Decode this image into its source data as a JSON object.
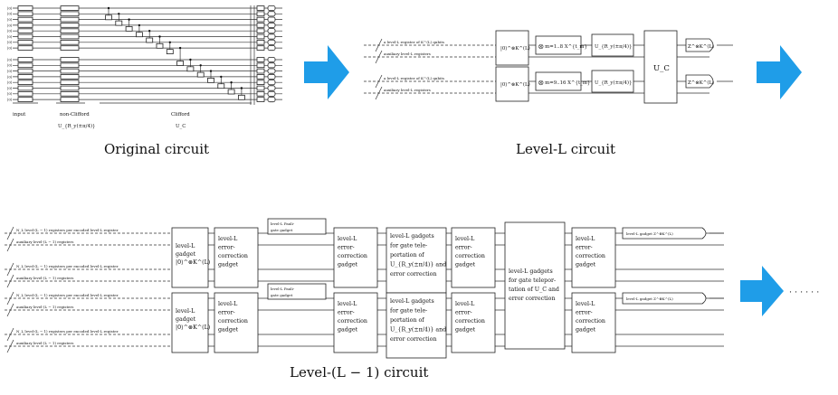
{
  "original": {
    "caption": "Original circuit",
    "input_label": "input",
    "nonclifford_label": "non-Clifford",
    "nonclifford_sub": "U_{R_y(±π/4)}",
    "clifford_label": "Clifford",
    "clifford_sub": "U_C"
  },
  "level_l": {
    "caption": "Level-L circuit",
    "reg_label": "a level-L register of K^(L) qubits",
    "aux_label": "auxiliary level-L registers",
    "init": "|0⟩^⊗K^(L)",
    "product_top": "⨂ m=1..8 X^{t_m}",
    "product_bot": "⨂ m=9..16 X^{t_m}",
    "ry_gate": "U_{R_y(±π/4)}",
    "uc_gate": "U_C",
    "measure": "Z^⊗K^(L)"
  },
  "level_l1": {
    "caption": "Level-(L − 1) circuit",
    "reg_label": "N_L level-(L − 1) registers per encoded level-L register",
    "aux_label": "auxiliary level-(L − 1) registers",
    "gadget_init": [
      "level-L",
      "gadget",
      "|0⟩^⊗K^(L)"
    ],
    "ec_gadget": [
      "level-L",
      "error-",
      "correction",
      "gadget"
    ],
    "pauli_gadget": [
      "level-L  Pauli-",
      "gate gadget"
    ],
    "tele_gadget": [
      "level-L  gadgets",
      "for  gate  tele-",
      "portation    of",
      "U_{R_y(±π/4)}   and",
      "error correction"
    ],
    "uc_tele_gadget": [
      "level-L  gadgets",
      "for gate telepor-",
      "tation of U_C and",
      "error correction"
    ],
    "meas_gadget": "level-L gadget Z^⊗K^(L)"
  },
  "continuation": "· · · · · ·",
  "colors": {
    "arrow": "#1f9de8",
    "line": "#333333"
  }
}
